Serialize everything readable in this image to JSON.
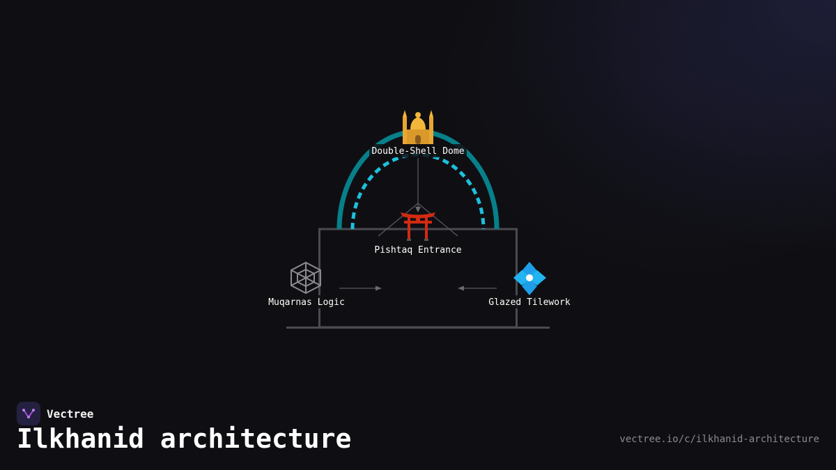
{
  "diagram": {
    "nodes": [
      {
        "id": "dome",
        "label": "Double-Shell Dome",
        "icon": "mosque-icon",
        "emoji": "🕌"
      },
      {
        "id": "entrance",
        "label": "Pishtaq Entrance",
        "icon": "torii-gate-icon",
        "emoji": "⛩"
      },
      {
        "id": "muqarnas",
        "label": "Muqarnas Logic",
        "icon": "web-geometry-icon"
      },
      {
        "id": "tilework",
        "label": "Glazed Tilework",
        "icon": "diamond-flower-icon"
      }
    ],
    "colors": {
      "outer_shell": "#07808a",
      "inner_shell": "#1ec0dc",
      "structure": "#4a4a50",
      "connector": "#6a6a70"
    }
  },
  "brand": {
    "name": "Vectree",
    "logo_icon": "vectree-logo-icon",
    "logo_bg": "#24203f",
    "accent": "#a24bd9"
  },
  "page": {
    "title": "Ilkhanid architecture",
    "url": "vectree.io/c/ilkhanid-architecture"
  }
}
